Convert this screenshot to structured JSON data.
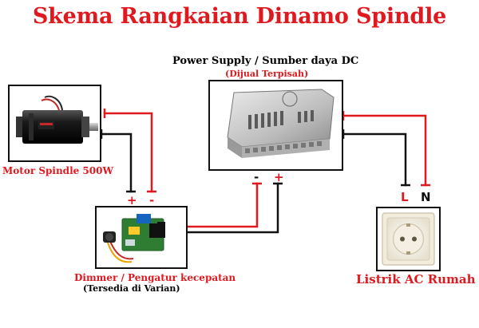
{
  "title": "Skema Rangkaian Dinamo Spindle",
  "colors": {
    "title": "#e0191f",
    "red_wire": "#e0191f",
    "black_wire": "#111111",
    "label_red": "#e0191f",
    "label_dark": "#111111"
  },
  "power_supply": {
    "label": "Power Supply / Sumber daya DC",
    "sublabel": "(Dijual Terpisah)",
    "terminal_neg": "-",
    "terminal_pos": "+"
  },
  "motor": {
    "label": "Motor Spindle 500W",
    "terminal_pos": "+",
    "terminal_neg": "-"
  },
  "dimmer": {
    "label": "Dimmer / Pengatur kecepatan",
    "sublabel": "(Tersedia di Varian)"
  },
  "ac": {
    "label": "Listrik AC Rumah",
    "terminal_l": "L",
    "terminal_n": "N"
  }
}
